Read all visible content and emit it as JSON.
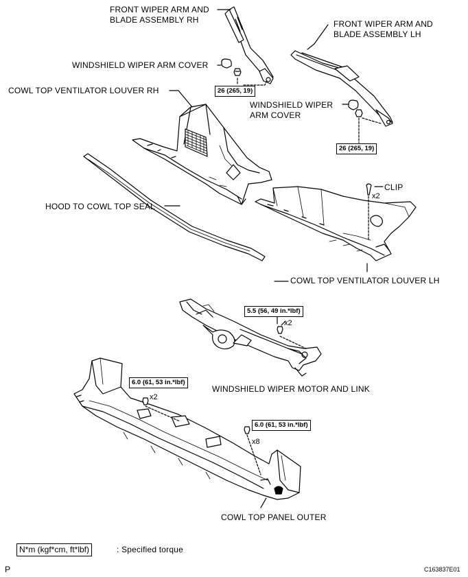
{
  "labels": {
    "front_wiper_rh_1": "FRONT WIPER ARM AND",
    "front_wiper_rh_2": "BLADE ASSEMBLY RH",
    "front_wiper_lh_1": "FRONT WIPER ARM AND",
    "front_wiper_lh_2": "BLADE ASSEMBLY LH",
    "wiper_arm_cover_rh": "WINDSHIELD WIPER ARM COVER",
    "wiper_arm_cover_lh_1": "WINDSHIELD WIPER",
    "wiper_arm_cover_lh_2": "ARM COVER",
    "cowl_louver_rh": "COWL TOP VENTILATOR LOUVER RH",
    "hood_seal": "HOOD TO COWL TOP SEAL",
    "clip": "CLIP",
    "cowl_louver_lh": "COWL TOP VENTILATOR LOUVER LH",
    "wiper_motor": "WINDSHIELD WIPER MOTOR AND LINK",
    "cowl_panel_outer": "COWL TOP PANEL OUTER"
  },
  "torques": {
    "arm_rh": "26 (265, 19)",
    "arm_lh": "26 (265, 19)",
    "motor": "5.5 (56, 49 in.*lbf)",
    "panel_left": "6.0 (61, 53 in.*lbf)",
    "panel_right": "6.0 (61, 53 in.*lbf)"
  },
  "quantities": {
    "clip": "x2",
    "motor": "x2",
    "panel_left": "x2",
    "panel_right": "x8"
  },
  "legend": {
    "unit_box": "N*m (kgf*cm, ft*lbf)",
    "description": ": Specified torque"
  },
  "footer": {
    "left_mark": "P",
    "figure_code": "C163837E01"
  }
}
